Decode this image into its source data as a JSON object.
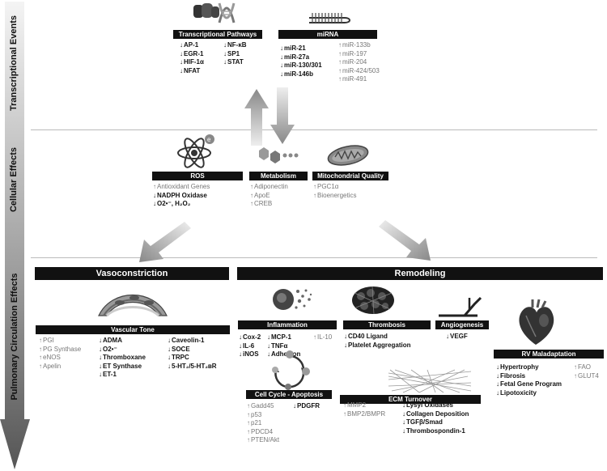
{
  "side_labels": {
    "transcriptional": "Transcriptional Events",
    "cellular": "Cellular Effects",
    "pulmonary": "Pulmonary Circulation Effects"
  },
  "transcriptional_pathways": {
    "title": "Transcriptional Pathways",
    "col1": [
      "AP-1",
      "EGR-1",
      "HIF-1α",
      "NFAT"
    ],
    "col2": [
      "NF-κB",
      "SP1",
      "STAT"
    ]
  },
  "mirna": {
    "title": "miRNA",
    "down": [
      "miR-21",
      "miR-27a",
      "miR-130/301",
      "miR-146b"
    ],
    "up": [
      "miR-133b",
      "miR-197",
      "miR-204",
      "miR-424/503",
      "miR-491"
    ]
  },
  "ros": {
    "title": "ROS",
    "up": [
      "Antioxidant Genes"
    ],
    "down": [
      "NADPH Oxidase",
      "O2•⁻, H₂O₂"
    ]
  },
  "metabolism": {
    "title": "Metabolism",
    "up": [
      "Adiponectin",
      "ApoE",
      "CREB"
    ]
  },
  "mitochondrial": {
    "title": "Mitochondrial Quality",
    "up": [
      "PGC1α",
      "Bioenergetics"
    ]
  },
  "vasoconstriction": {
    "title": "Vasoconstriction"
  },
  "vascular_tone": {
    "title": "Vascular Tone",
    "col1_up": [
      "PGI",
      "PG Synthase",
      "eNOS",
      "Apelin"
    ],
    "col2_down": [
      "ADMA",
      "O2•⁻",
      "Thromboxane",
      "ET Synthase",
      "ET-1"
    ],
    "col3_down": [
      "Caveolin-1",
      "SOCE",
      "TRPC",
      "5-HT₂/5-HT₂ʙR"
    ]
  },
  "remodeling": {
    "title": "Remodeling"
  },
  "inflammation": {
    "title": "Inflammation",
    "col1_down": [
      "Cox-2",
      "IL-6",
      "iNOS"
    ],
    "col2_down": [
      "MCP-1",
      "TNFα",
      "Adhesion"
    ],
    "col3_up": [
      "IL-10"
    ]
  },
  "thrombosis": {
    "title": "Thrombosis",
    "down": [
      "CD40 Ligand",
      "Platelet Aggregation"
    ]
  },
  "angiogenesis": {
    "title": "Angiogenesis",
    "down": [
      "VEGF"
    ]
  },
  "rv": {
    "title": "RV Maladaptation",
    "down": [
      "Hypertrophy",
      "Fibrosis",
      "Fetal Gene Program",
      "Lipotoxicity"
    ],
    "up": [
      "FAO",
      "GLUT4"
    ]
  },
  "cell_cycle": {
    "title": "Cell Cycle - Apoptosis",
    "up": [
      "Gadd45",
      "p53",
      "p21",
      "PDCD4",
      "PTEN/Akt"
    ],
    "down": [
      "PDGFR"
    ]
  },
  "ecm": {
    "title": "ECM  Turnover",
    "up": [
      "MMP2",
      "BMP2/BMPR"
    ],
    "down": [
      "Lysyl Oxidases",
      "Collagen Deposition",
      "TGFβ/Smad",
      "Thrombospondin-1"
    ]
  },
  "colors": {
    "bar": "#111111",
    "up_text": "#777777",
    "down_text": "#111111"
  }
}
